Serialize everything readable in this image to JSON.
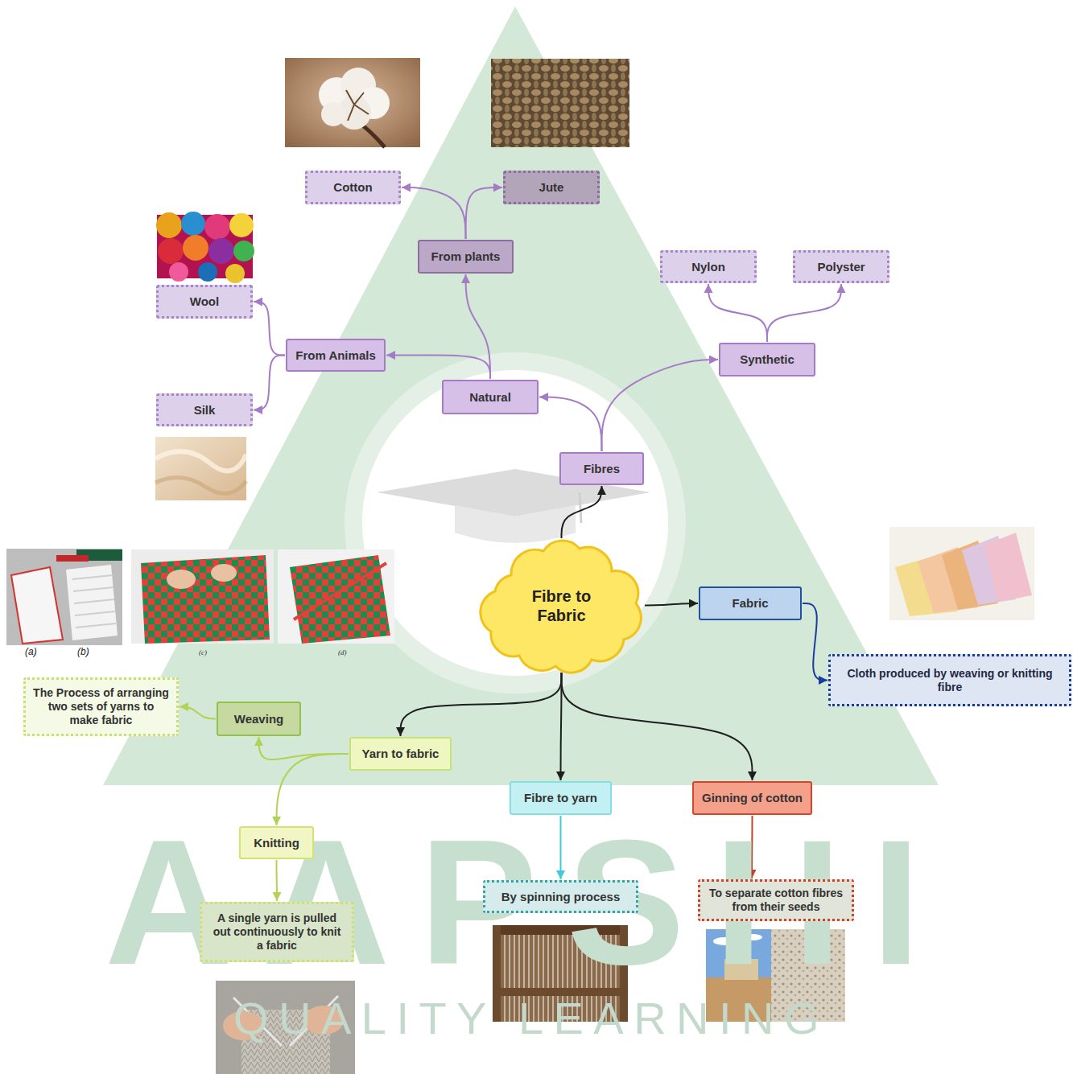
{
  "diagram": {
    "nodes": [
      {
        "text": [
          "Fibre to Fabric"
        ]
      },
      {
        "text": [
          "Fibres"
        ]
      },
      {
        "text": [
          "Natural"
        ]
      },
      {
        "text": [
          "From plants"
        ]
      },
      {
        "text": [
          "Cotton"
        ]
      },
      {
        "text": [
          "Jute"
        ]
      },
      {
        "text": [
          "From Animals"
        ]
      },
      {
        "text": [
          "Wool"
        ]
      },
      {
        "text": [
          "Silk"
        ]
      },
      {
        "text": [
          "Synthetic"
        ]
      },
      {
        "text": [
          "Nylon"
        ]
      },
      {
        "text": [
          "Polyster"
        ]
      },
      {
        "text": [
          "Fabric"
        ]
      },
      {
        "text": [
          "Cloth produced by weaving or knitting fibre"
        ]
      },
      {
        "text": [
          "Yarn to fabric"
        ]
      },
      {
        "text": [
          "Weaving"
        ]
      },
      {
        "text": [
          "The Process of arranging two sets of yarns to make fabric"
        ]
      },
      {
        "text": [
          "Knitting"
        ]
      },
      {
        "text": [
          "A single yarn is pulled out continuously to knit a fabric"
        ]
      },
      {
        "text": [
          "Fibre to yarn"
        ]
      },
      {
        "text": [
          "By spinning process"
        ]
      },
      {
        "text": [
          "Ginning of cotton"
        ]
      },
      {
        "text": [
          "To separate cotton fibres from their seeds"
        ]
      }
    ],
    "edges": [
      {
        "from": 0,
        "to": 1,
        "arrow": "to"
      },
      {
        "from": 1,
        "to": 2,
        "arrow": "to"
      },
      {
        "from": 1,
        "to": 9,
        "arrow": "to"
      },
      {
        "from": 2,
        "to": 3,
        "arrow": "to"
      },
      {
        "from": 2,
        "to": 6,
        "arrow": "to"
      },
      {
        "from": 3,
        "to": 4,
        "arrow": "to"
      },
      {
        "from": 3,
        "to": 5,
        "arrow": "to"
      },
      {
        "from": 6,
        "to": 7,
        "arrow": "to"
      },
      {
        "from": 6,
        "to": 8,
        "arrow": "to"
      },
      {
        "from": 9,
        "to": 10,
        "arrow": "to"
      },
      {
        "from": 9,
        "to": 11,
        "arrow": "to"
      },
      {
        "from": 0,
        "to": 12,
        "arrow": "to"
      },
      {
        "from": 12,
        "to": 13,
        "arrow": "to"
      },
      {
        "from": 0,
        "to": 14,
        "arrow": "to"
      },
      {
        "from": 14,
        "to": 15,
        "arrow": "to"
      },
      {
        "from": 15,
        "to": 16,
        "arrow": "to"
      },
      {
        "from": 14,
        "to": 17,
        "arrow": "to"
      },
      {
        "from": 17,
        "to": 18,
        "arrow": "to"
      },
      {
        "from": 0,
        "to": 19,
        "arrow": "to"
      },
      {
        "from": 19,
        "to": 20,
        "arrow": "to"
      },
      {
        "from": 0,
        "to": 21,
        "arrow": "to"
      },
      {
        "from": 21,
        "to": 22,
        "arrow": "to"
      }
    ],
    "labels": [
      "(a)",
      "(b)",
      "(c)",
      "(d)",
      "AAPSHI",
      "QUALITY LEARNING"
    ]
  }
}
